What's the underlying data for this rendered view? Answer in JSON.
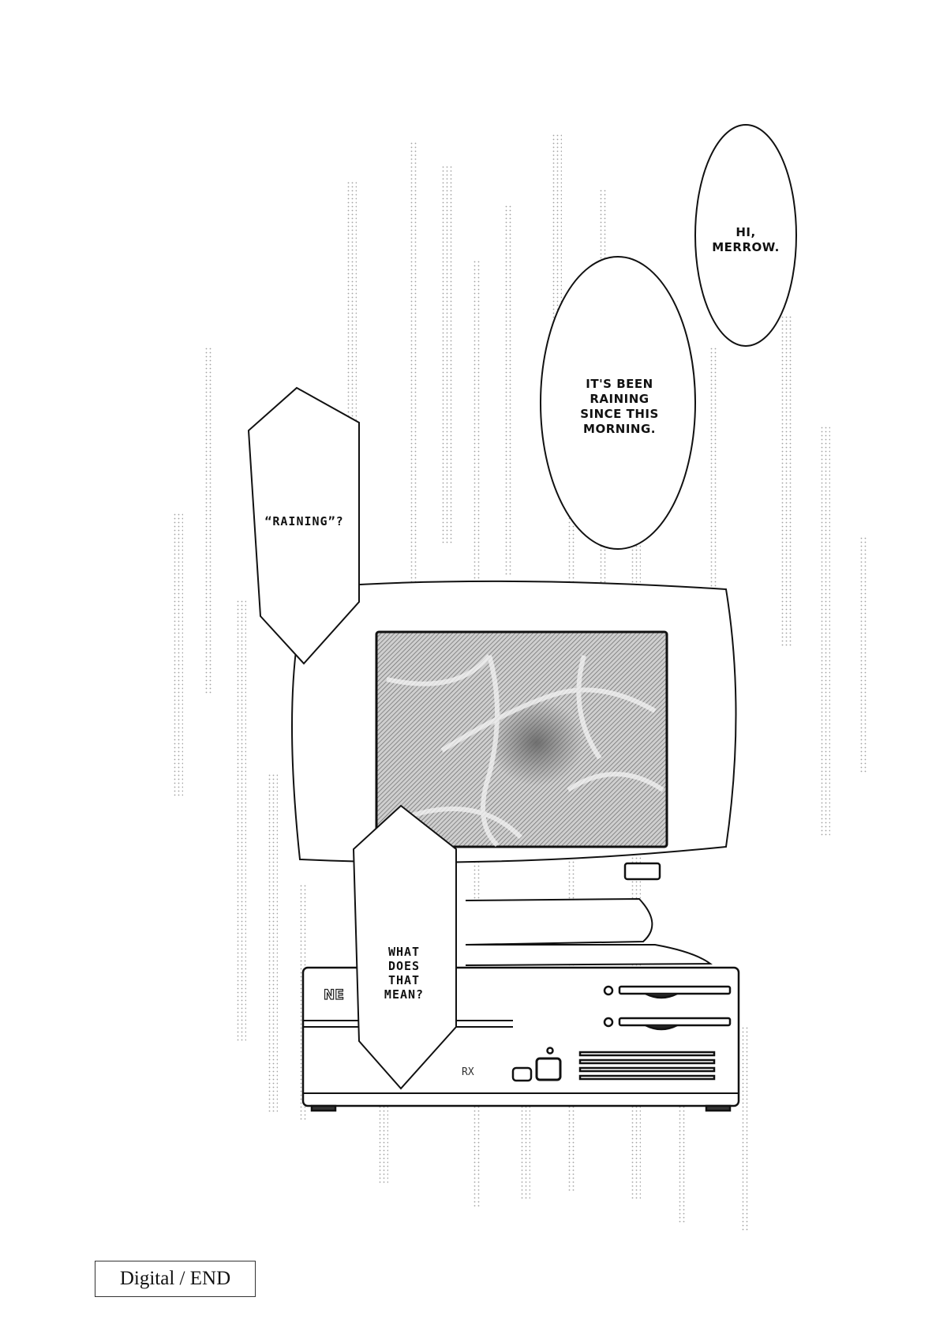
{
  "page": {
    "type": "manga-page",
    "background": "#ffffff",
    "ink": "#111111"
  },
  "balloons": [
    {
      "id": "hi-merrow",
      "shape": "oval",
      "lines": "HI,\nMERROW."
    },
    {
      "id": "raining-since",
      "shape": "oval",
      "lines": "IT'S BEEN\nRAINING\nSINCE THIS\nMORNING."
    },
    {
      "id": "raining-question",
      "shape": "hexagon",
      "lines": "“RAINING”?"
    },
    {
      "id": "what-does-that-mean",
      "shape": "hexagon",
      "lines": "WHAT\nDOES\nTHAT\nMEAN?"
    }
  ],
  "computer": {
    "brand_partial": "NE",
    "model_label": "RX"
  },
  "caption": {
    "text": "Digital / END"
  }
}
